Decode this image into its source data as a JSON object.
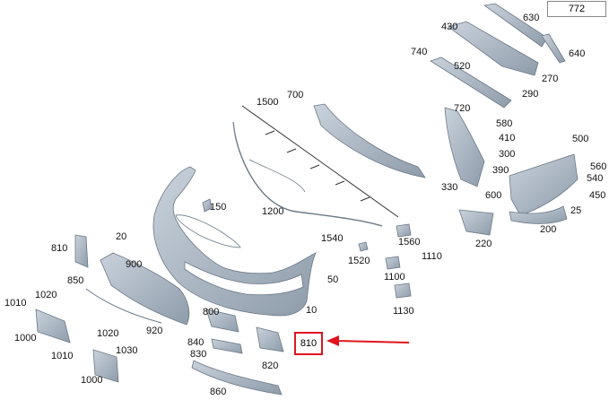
{
  "diagram_id": "772",
  "highlight": {
    "label": "810",
    "color": "#e0141c"
  },
  "parts": [
    {
      "id": "p630",
      "label": "630"
    },
    {
      "id": "p430",
      "label": "430"
    },
    {
      "id": "p740",
      "label": "740"
    },
    {
      "id": "p520",
      "label": "520"
    },
    {
      "id": "p640",
      "label": "640"
    },
    {
      "id": "p270",
      "label": "270"
    },
    {
      "id": "p290",
      "label": "290"
    },
    {
      "id": "p700",
      "label": "700"
    },
    {
      "id": "p1500",
      "label": "1500"
    },
    {
      "id": "p720",
      "label": "720"
    },
    {
      "id": "p580",
      "label": "580"
    },
    {
      "id": "p410",
      "label": "410"
    },
    {
      "id": "p300",
      "label": "300"
    },
    {
      "id": "p500",
      "label": "500"
    },
    {
      "id": "p390",
      "label": "390"
    },
    {
      "id": "p560",
      "label": "560"
    },
    {
      "id": "p540",
      "label": "540"
    },
    {
      "id": "p330",
      "label": "330"
    },
    {
      "id": "p600",
      "label": "600"
    },
    {
      "id": "p450",
      "label": "450"
    },
    {
      "id": "p150",
      "label": "150"
    },
    {
      "id": "p1200",
      "label": "1200"
    },
    {
      "id": "p25",
      "label": "25"
    },
    {
      "id": "p220",
      "label": "220"
    },
    {
      "id": "p200",
      "label": "200"
    },
    {
      "id": "p20",
      "label": "20"
    },
    {
      "id": "p1540",
      "label": "1540"
    },
    {
      "id": "p1560",
      "label": "1560"
    },
    {
      "id": "p810a",
      "label": "810"
    },
    {
      "id": "p1520",
      "label": "1520"
    },
    {
      "id": "p1110",
      "label": "1110"
    },
    {
      "id": "p900",
      "label": "900"
    },
    {
      "id": "p1100",
      "label": "1100"
    },
    {
      "id": "p850",
      "label": "850"
    },
    {
      "id": "p50",
      "label": "50"
    },
    {
      "id": "p1010a",
      "label": "1010"
    },
    {
      "id": "p1020a",
      "label": "1020"
    },
    {
      "id": "p1130",
      "label": "1130"
    },
    {
      "id": "p800",
      "label": "800"
    },
    {
      "id": "p10",
      "label": "10"
    },
    {
      "id": "p920",
      "label": "920"
    },
    {
      "id": "p1000a",
      "label": "1000"
    },
    {
      "id": "p1020b",
      "label": "1020"
    },
    {
      "id": "p840",
      "label": "840"
    },
    {
      "id": "p1030",
      "label": "1030"
    },
    {
      "id": "p830",
      "label": "830"
    },
    {
      "id": "p1010b",
      "label": "1010"
    },
    {
      "id": "p820",
      "label": "820"
    },
    {
      "id": "p1000b",
      "label": "1000"
    },
    {
      "id": "p860",
      "label": "860"
    }
  ]
}
